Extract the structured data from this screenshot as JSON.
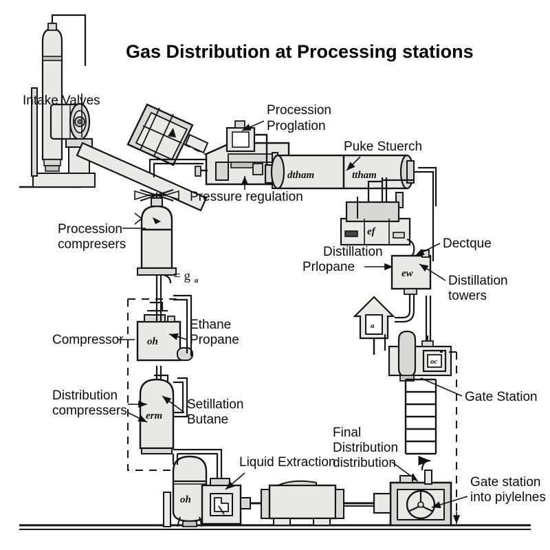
{
  "diagram": {
    "title": "Gas Distribution at Processing stations",
    "colors": {
      "background": "#ffffff",
      "stroke": "#141414",
      "fill_light": "#e9e9e6",
      "fill_mid": "#d8d8d4",
      "fill_dark": "#c3c3bf",
      "text": "#0b0b0b"
    },
    "labels": {
      "intake_valves": "Intake Valves",
      "procession_proglation_1": "Procession",
      "procession_proglation_2": "Proglation",
      "pressure_regulation": "Pressure regulation",
      "puke_stuerch": "Puke Stuerch",
      "dectque": "Dectque",
      "distillation_prlopane_1": "Distillation",
      "distillation_prlopane_2": "Prlopane",
      "distillation_towers_1": "Distillation",
      "distillation_towers_2": "towers",
      "procession_compresers_1": "Procession",
      "procession_compresers_2": "compresers",
      "compressor": "Compressor",
      "ethane_propane_1": "Ethane",
      "ethane_propane_2": "Propane",
      "distribution_compressers_1": "Distribution",
      "distribution_compressers_2": "compressers",
      "setillation_butane_1": "Setillation",
      "setillation_butane_2": "Butane",
      "liquid_extraction": "Liquid Extraction",
      "final_distribution_1": "Final",
      "final_distribution_2": "Distribution",
      "final_distribution_3": "distribution",
      "gate_station": "Gate Station",
      "gate_station_pipelines_1": "Gate station",
      "gate_station_pipelines_2": "into piylelnes",
      "equals_g": "= g",
      "equals_g_sub": "a"
    },
    "equipment_tags": {
      "vessel_a": "dtham",
      "vessel_b": "ttham",
      "distillation_unit": "ef",
      "tower_box": "ew",
      "gauge_sign": "a",
      "gate_meter": "oc",
      "compressor_unit": "oh",
      "distribution_vessel": "erm",
      "extraction_vessel": "oh"
    }
  }
}
